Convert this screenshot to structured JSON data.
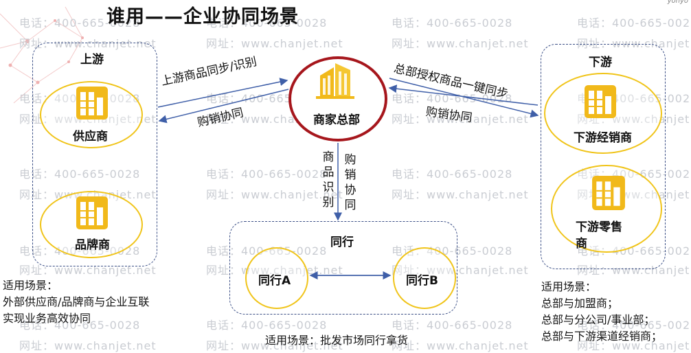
{
  "title": "谁用——企业协同场景",
  "brand": "yonyo",
  "watermark": {
    "phone": "电话：400-665-0028",
    "site": "网址：www.chanjet.net"
  },
  "upstream": {
    "label": "上游",
    "nodes": [
      "供应商",
      "品牌商"
    ],
    "scenario": [
      "适用场景：",
      "外部供应商/品牌商与企业互联",
      "实现业务高效协同"
    ]
  },
  "hub": {
    "label": "商家总部"
  },
  "downstream": {
    "label": "下游",
    "nodes": [
      "下游经销商",
      "下游零售",
      "商"
    ],
    "scenario": [
      "适用场景：",
      "总部与加盟商；",
      "总部与分公司/事业部；",
      "总部与下游渠道经销商；"
    ]
  },
  "peers": {
    "label": "同行",
    "nodes": [
      "同行A",
      "同行B"
    ],
    "scenario": "适用场景：批发市场同行拿货"
  },
  "edges": {
    "up_to_hub": "上游商品同步/识别",
    "hub_to_up": "购销协同",
    "hub_to_down": "总部授权商品一键同步",
    "down_to_hub": "购销协同",
    "hub_peer_left": [
      "商",
      "品",
      "识",
      "别"
    ],
    "hub_peer_right": [
      "购",
      "销",
      "协",
      "同"
    ]
  },
  "colors": {
    "group_border": "#3b4f86",
    "node_border": "#f0c419",
    "hub_border": "#a6161c",
    "icon": "#f1b91a",
    "arrow": "#3f5fa8"
  }
}
